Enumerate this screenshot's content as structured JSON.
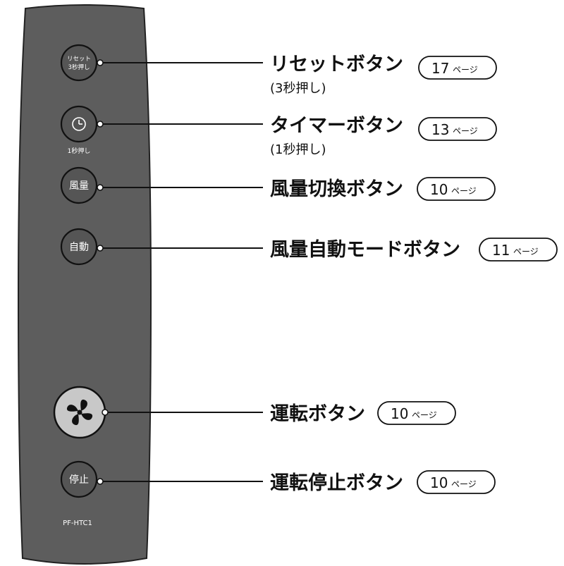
{
  "remote": {
    "body_color": "#5d5d5d",
    "model": "PF-HTC1"
  },
  "buttons": [
    {
      "id": "reset",
      "face": [
        "リセット",
        "3秒押し"
      ],
      "sub": "",
      "callout": "リセットボタン",
      "callout_sub": "(3秒押し)",
      "page": "17"
    },
    {
      "id": "timer",
      "face": [],
      "icon": "clock-icon",
      "sub": "1秒押し",
      "callout": "タイマーボタン",
      "callout_sub": "(1秒押し)",
      "page": "13"
    },
    {
      "id": "fan-speed",
      "face": [
        "風量"
      ],
      "sub": "",
      "callout": "風量切換ボタン",
      "callout_sub": "",
      "page": "10"
    },
    {
      "id": "auto",
      "face": [
        "自動"
      ],
      "sub": "",
      "callout": "風量自動モードボタン",
      "callout_sub": "",
      "page": "11"
    },
    {
      "id": "run",
      "face": [],
      "icon": "fan-icon",
      "sub": "",
      "callout": "運転ボタン",
      "callout_sub": "",
      "page": "10"
    },
    {
      "id": "stop",
      "face": [
        "停止"
      ],
      "sub": "",
      "callout": "運転停止ボタン",
      "callout_sub": "",
      "page": "10"
    }
  ],
  "page_unit": "ページ"
}
